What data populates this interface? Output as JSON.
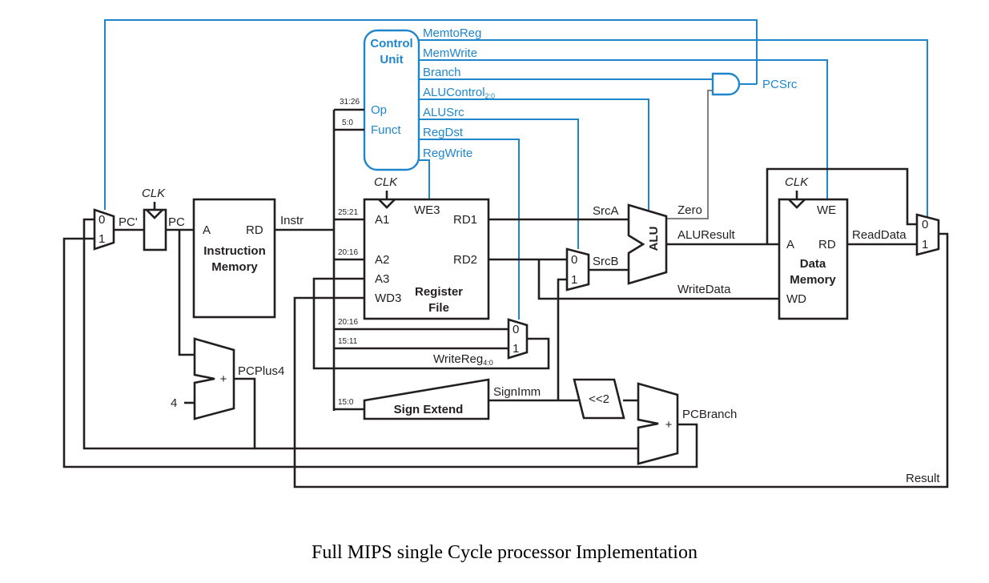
{
  "caption": "Full MIPS single Cycle processor Implementation",
  "control_unit": {
    "title_line1": "Control",
    "title_line2": "Unit",
    "input_op": "Op",
    "input_funct": "Funct",
    "signals": {
      "memtoreg": "MemtoReg",
      "memwrite": "MemWrite",
      "branch": "Branch",
      "alucontrol": "ALUControl",
      "alucontrol_sub": "2:0",
      "alusrc": "ALUSrc",
      "regdst": "RegDst",
      "regwrite": "RegWrite"
    },
    "pcsrc": "PCSrc"
  },
  "bitfields": {
    "op": "31:26",
    "funct": "5:0",
    "rs": "25:21",
    "rt": "20:16",
    "rt2": "20:16",
    "rd": "15:11",
    "imm": "15:0"
  },
  "pc": {
    "clk": "CLK",
    "pc_prime": "PC'",
    "pc": "PC",
    "mux_in0": "0",
    "mux_in1": "1"
  },
  "instruction_memory": {
    "port_a": "A",
    "port_rd": "RD",
    "title_line1": "Instruction",
    "title_line2": "Memory",
    "out_label": "Instr"
  },
  "register_file": {
    "clk": "CLK",
    "a1": "A1",
    "a2": "A2",
    "a3": "A3",
    "wd3": "WD3",
    "we3": "WE3",
    "rd1": "RD1",
    "rd2": "RD2",
    "title_line1": "Register",
    "title_line2": "File"
  },
  "writereg_mux": {
    "in0": "0",
    "in1": "1",
    "label": "WriteReg",
    "label_sub": "4:0"
  },
  "sign_extend": {
    "label": "Sign Extend",
    "out_label": "SignImm"
  },
  "alu": {
    "label": "ALU",
    "srca": "SrcA",
    "srcb": "SrcB",
    "zero": "Zero",
    "result": "ALUResult",
    "mux_in0": "0",
    "mux_in1": "1",
    "writedata": "WriteData"
  },
  "data_memory": {
    "clk": "CLK",
    "we": "WE",
    "port_a": "A",
    "port_rd": "RD",
    "port_wd": "WD",
    "title_line1": "Data",
    "title_line2": "Memory",
    "readdata": "ReadData",
    "mux_in0": "0",
    "mux_in1": "1",
    "result": "Result"
  },
  "adders": {
    "pcplus4_label": "PCPlus4",
    "plus": "+",
    "const_four": "4",
    "shift_label": "<<2",
    "pcbranch_label": "PCBranch",
    "plus2": "+"
  }
}
